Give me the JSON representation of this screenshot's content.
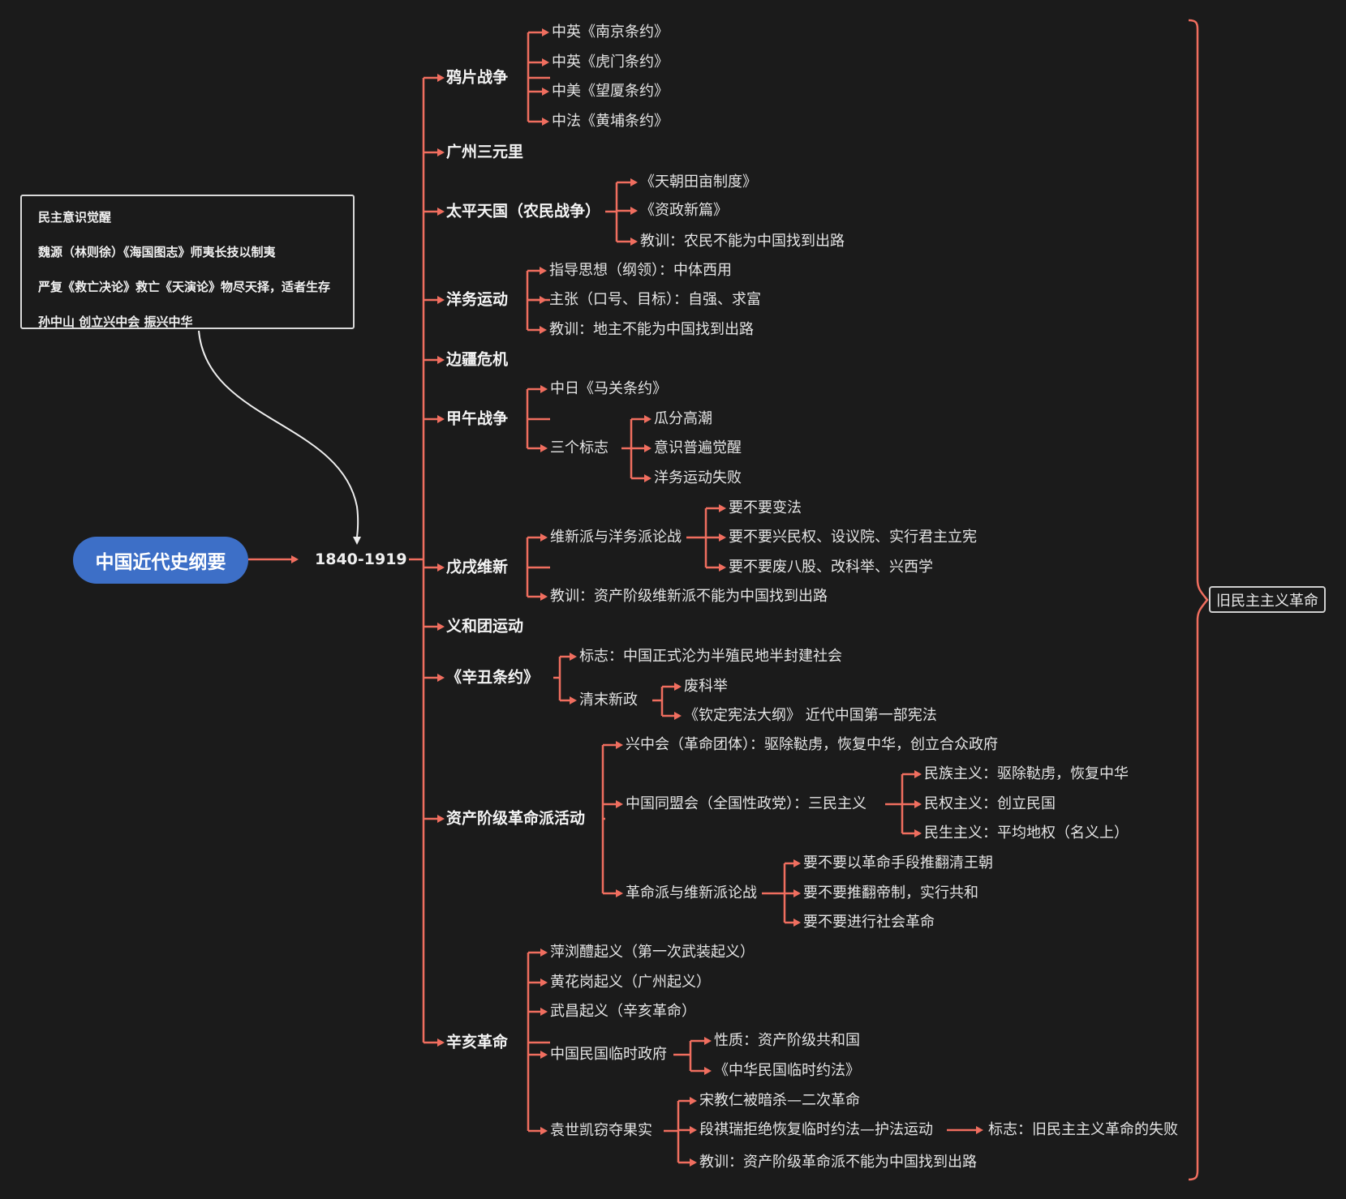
{
  "root": "中国近代史纲要",
  "period": "1840-1919",
  "note": [
    "民主意识觉醒",
    "魏源（林则徐）《海国图志》师夷长技以制夷",
    "严复《救亡决论》救亡《天演论》物尽天择，适者生存",
    "孙中山 创立兴中会 振兴中华"
  ],
  "summary": "旧民主主义革命",
  "topics": [
    {
      "label": "鸦片战争",
      "children": [
        {
          "label": "中英《南京条约》"
        },
        {
          "label": "中英《虎门条约》"
        },
        {
          "label": "中美《望厦条约》"
        },
        {
          "label": "中法《黄埔条约》"
        }
      ]
    },
    {
      "label": "广州三元里",
      "children": []
    },
    {
      "label": "太平天国（农民战争）",
      "children": [
        {
          "label": "《天朝田亩制度》"
        },
        {
          "label": "《资政新篇》"
        },
        {
          "label": "教训：农民不能为中国找到出路"
        }
      ]
    },
    {
      "label": "洋务运动",
      "children": [
        {
          "label": "指导思想（纲领）：中体西用"
        },
        {
          "label": "主张（口号、目标）：自强、求富"
        },
        {
          "label": "教训：地主不能为中国找到出路"
        }
      ]
    },
    {
      "label": "边疆危机",
      "children": []
    },
    {
      "label": "甲午战争",
      "children": [
        {
          "label": "中日《马关条约》"
        },
        {
          "label": "三个标志",
          "children": [
            {
              "label": "瓜分高潮"
            },
            {
              "label": "意识普遍觉醒"
            },
            {
              "label": "洋务运动失败"
            }
          ]
        }
      ]
    },
    {
      "label": "戊戌维新",
      "children": [
        {
          "label": "维新派与洋务派论战",
          "children": [
            {
              "label": "要不要变法"
            },
            {
              "label": "要不要兴民权、设议院、实行君主立宪"
            },
            {
              "label": "要不要废八股、改科举、兴西学"
            }
          ]
        },
        {
          "label": "教训：资产阶级维新派不能为中国找到出路"
        }
      ]
    },
    {
      "label": "义和团运动",
      "children": []
    },
    {
      "label": "《辛丑条约》",
      "children": [
        {
          "label": "标志：中国正式沦为半殖民地半封建社会"
        },
        {
          "label": "清末新政",
          "children": [
            {
              "label": "废科举"
            },
            {
              "label": "《钦定宪法大纲》 近代中国第一部宪法"
            }
          ]
        }
      ]
    },
    {
      "label": "资产阶级革命派活动",
      "children": [
        {
          "label": "兴中会（革命团体）：驱除鞑虏，恢复中华，创立合众政府"
        },
        {
          "label": "中国同盟会（全国性政党）：三民主义",
          "children": [
            {
              "label": "民族主义：驱除鞑虏，恢复中华"
            },
            {
              "label": "民权主义：创立民国"
            },
            {
              "label": "民生主义：平均地权（名义上）"
            }
          ]
        },
        {
          "label": "革命派与维新派论战",
          "children": [
            {
              "label": "要不要以革命手段推翻清王朝"
            },
            {
              "label": "要不要推翻帝制，实行共和"
            },
            {
              "label": "要不要进行社会革命"
            }
          ]
        }
      ]
    },
    {
      "label": "辛亥革命",
      "children": [
        {
          "label": "萍浏醴起义（第一次武装起义）"
        },
        {
          "label": "黄花岗起义（广州起义）"
        },
        {
          "label": "武昌起义（辛亥革命）"
        },
        {
          "label": "中国民国临时政府",
          "children": [
            {
              "label": "性质：资产阶级共和国"
            },
            {
              "label": "《中华民国临时约法》"
            }
          ]
        },
        {
          "label": "袁世凯窃夺果实",
          "children": [
            {
              "label": "宋教仁被暗杀—二次革命"
            },
            {
              "label": "段祺瑞拒绝恢复临时约法—护法运动",
              "children": [
                {
                  "label": "标志：旧民主主义革命的失败"
                }
              ]
            },
            {
              "label": "教训：资产阶级革命派不能为中国找到出路"
            }
          ]
        }
      ]
    }
  ],
  "colors": {
    "background": "#1b1b1b",
    "connector": "#f06e5f",
    "root": "#3d6fc7",
    "text": "#e6e6e6"
  }
}
